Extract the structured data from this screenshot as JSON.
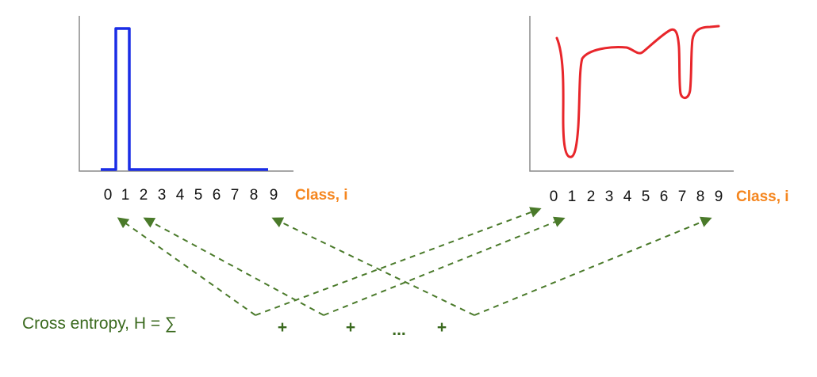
{
  "left_chart": {
    "xlabel": "Class, i",
    "tick_labels": [
      "0",
      "1",
      "2",
      "3",
      "4",
      "5",
      "6",
      "7",
      "8",
      "9"
    ],
    "series_color": "#1a2de6"
  },
  "right_chart": {
    "xlabel": "Class, i",
    "tick_labels": [
      "0",
      "1",
      "2",
      "3",
      "4",
      "5",
      "6",
      "7",
      "8",
      "9"
    ],
    "series_color": "#e8262b"
  },
  "formula": {
    "text": "Cross entropy, H = ∑",
    "terms": [
      "+",
      "+",
      "...",
      "+"
    ]
  },
  "colors": {
    "axis": "#8a8a8a",
    "label_accent": "#f5861f",
    "formula": "#3b6a1f",
    "arrow": "#4a7a2a"
  }
}
